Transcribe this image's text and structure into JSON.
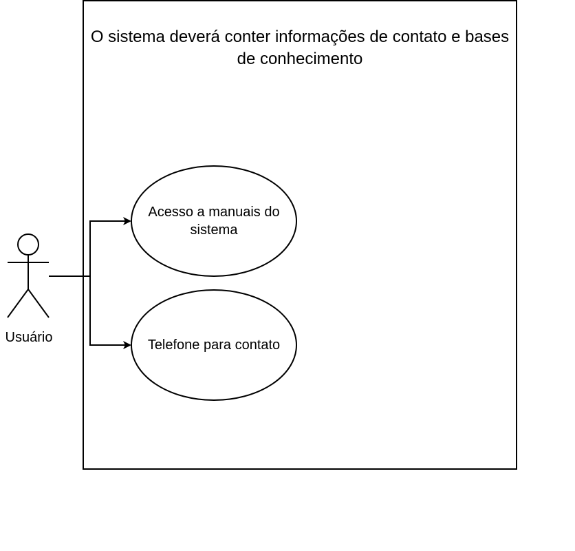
{
  "system": {
    "title": "O sistema deverá conter informações de contato e bases de conhecimento"
  },
  "actor": {
    "label": "Usuário"
  },
  "use_cases": [
    {
      "label": "Acesso a manuais do sistema"
    },
    {
      "label": "Telefone para contato"
    }
  ],
  "colors": {
    "stroke": "#000000",
    "background": "#ffffff"
  }
}
